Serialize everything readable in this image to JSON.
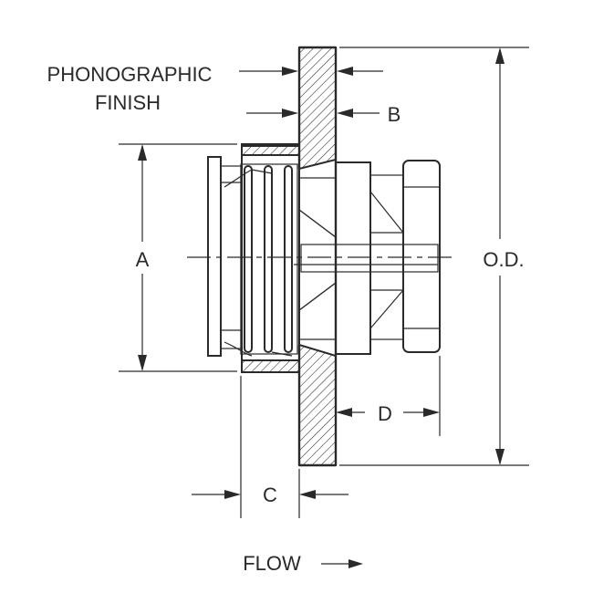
{
  "labels": {
    "phonographic_finish_line1": "PHONOGRAPHIC",
    "phonographic_finish_line2": "FINISH",
    "dim_a": "A",
    "dim_b": "B",
    "dim_c": "C",
    "dim_d": "D",
    "dim_od": "O.D.",
    "flow": "FLOW"
  },
  "colors": {
    "line": "#2a2a2a",
    "background": "#ffffff"
  }
}
